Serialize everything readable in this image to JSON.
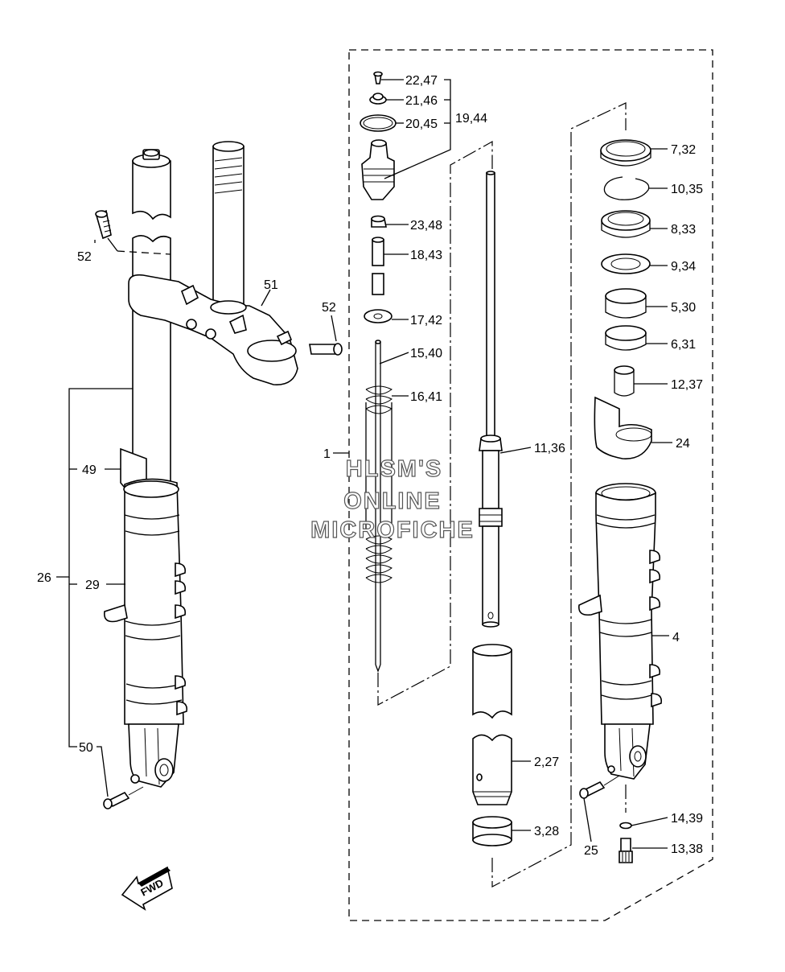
{
  "watermark": {
    "line1": "HLSM'S",
    "line2": "ONLINE",
    "line3": "MICROFICHE"
  },
  "direction_badge": "FWD",
  "labels": {
    "l1": "1",
    "l2_27": "2,27",
    "l3_28": "3,28",
    "l4": "4",
    "l5_30": "5,30",
    "l6_31": "6,31",
    "l7_32": "7,32",
    "l8_33": "8,33",
    "l9_34": "9,34",
    "l10_35": "10,35",
    "l11_36": "11,36",
    "l12_37": "12,37",
    "l13_38": "13,38",
    "l14_39": "14,39",
    "l15_40": "15,40",
    "l16_41": "16,41",
    "l17_42": "17,42",
    "l18_43": "18,43",
    "l19_44": "19,44",
    "l20_45": "20,45",
    "l21_46": "21,46",
    "l22_47": "22,47",
    "l23_48": "23,48",
    "l24": "24",
    "l25": "25",
    "l26": "26",
    "l29": "29",
    "l49": "49",
    "l50": "50",
    "l51": "51",
    "l52a": "52",
    "l52b": "52"
  }
}
